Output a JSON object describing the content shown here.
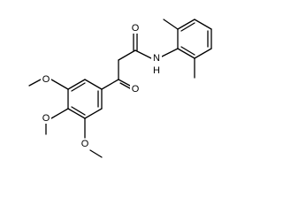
{
  "molecule": {
    "atoms": [
      {
        "label": "O",
        "role": "amide-oxygen"
      },
      {
        "label": "N",
        "role": "amide-nitrogen"
      },
      {
        "label": "H",
        "role": "amide-hydrogen"
      },
      {
        "label": "O",
        "role": "ketone-oxygen"
      },
      {
        "label": "O",
        "role": "methoxy-oxygen-upper"
      },
      {
        "label": "O",
        "role": "methoxy-oxygen-middle"
      },
      {
        "label": "O",
        "role": "methoxy-oxygen-lower"
      }
    ],
    "colors": {
      "bond": "#000000",
      "text": "#000000",
      "background": "#ffffff"
    }
  }
}
